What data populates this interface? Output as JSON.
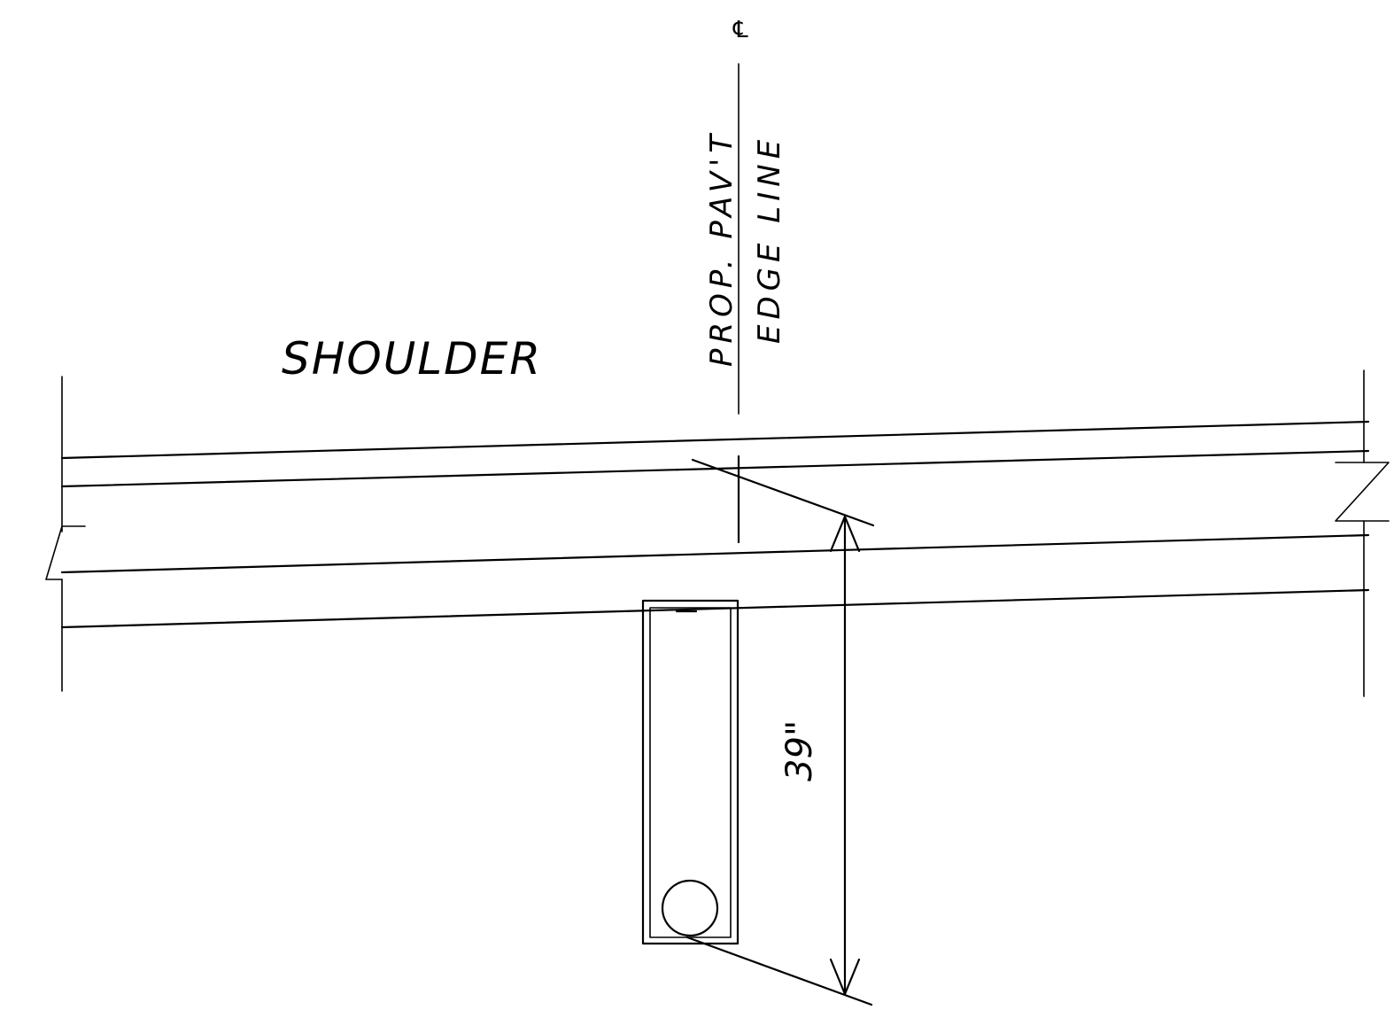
{
  "diagram": {
    "symbol": "℄",
    "labels": {
      "shoulder": "SHOULDER",
      "edge_line_top": "PROP. PAV'T",
      "edge_line_bottom": "EDGE LINE",
      "dimension": "39\""
    }
  }
}
